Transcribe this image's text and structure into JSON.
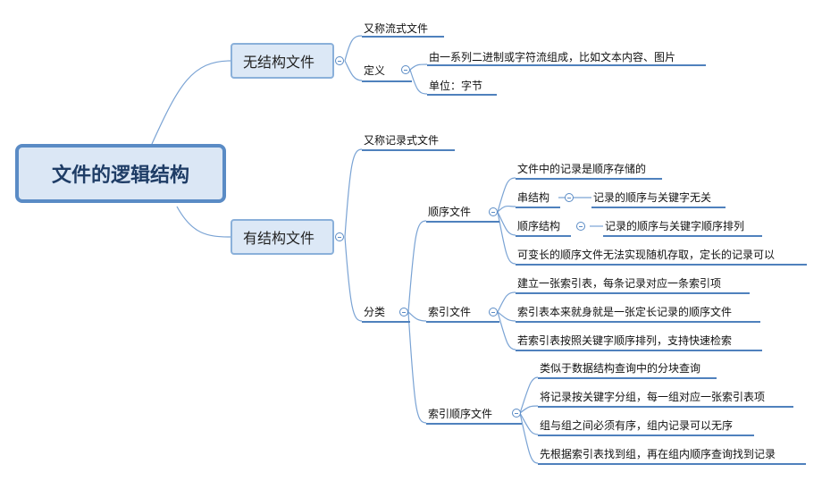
{
  "root": {
    "title": "文件的逻辑结构"
  },
  "unstructured": {
    "label": "无结构文件",
    "alias": "又称流式文件",
    "definition": {
      "label": "定义",
      "items": [
        "由一系列二进制或字符流组成，比如文本内容、图片",
        "单位：字节"
      ]
    }
  },
  "structured": {
    "label": "有结构文件",
    "alias": "又称记录式文件",
    "classification": {
      "label": "分类",
      "sequential": {
        "label": "顺序文件",
        "stored": "文件中的记录是顺序存储的",
        "chain": {
          "label": "串结构",
          "detail": "记录的顺序与关键字无关"
        },
        "order": {
          "label": "顺序结构",
          "detail": "记录的顺序与关键字顺序排列"
        },
        "note": "可变长的顺序文件无法实现随机存取，定长的记录可以"
      },
      "indexed": {
        "label": "索引文件",
        "items": [
          "建立一张索引表，每条记录对应一条索引项",
          "索引表本来就身就是一张定长记录的顺序文件",
          "若索引表按照关键字顺序排列，支持快速检索"
        ]
      },
      "indexed_sequential": {
        "label": "索引顺序文件",
        "items": [
          "类似于数据结构查询中的分块查询",
          "将记录按关键字分组，每一组对应一张索引表项",
          "组与组之间必须有序，组内记录可以无序",
          "先根据索引表找到组，再在组内顺序查询找到记录"
        ]
      }
    }
  }
}
